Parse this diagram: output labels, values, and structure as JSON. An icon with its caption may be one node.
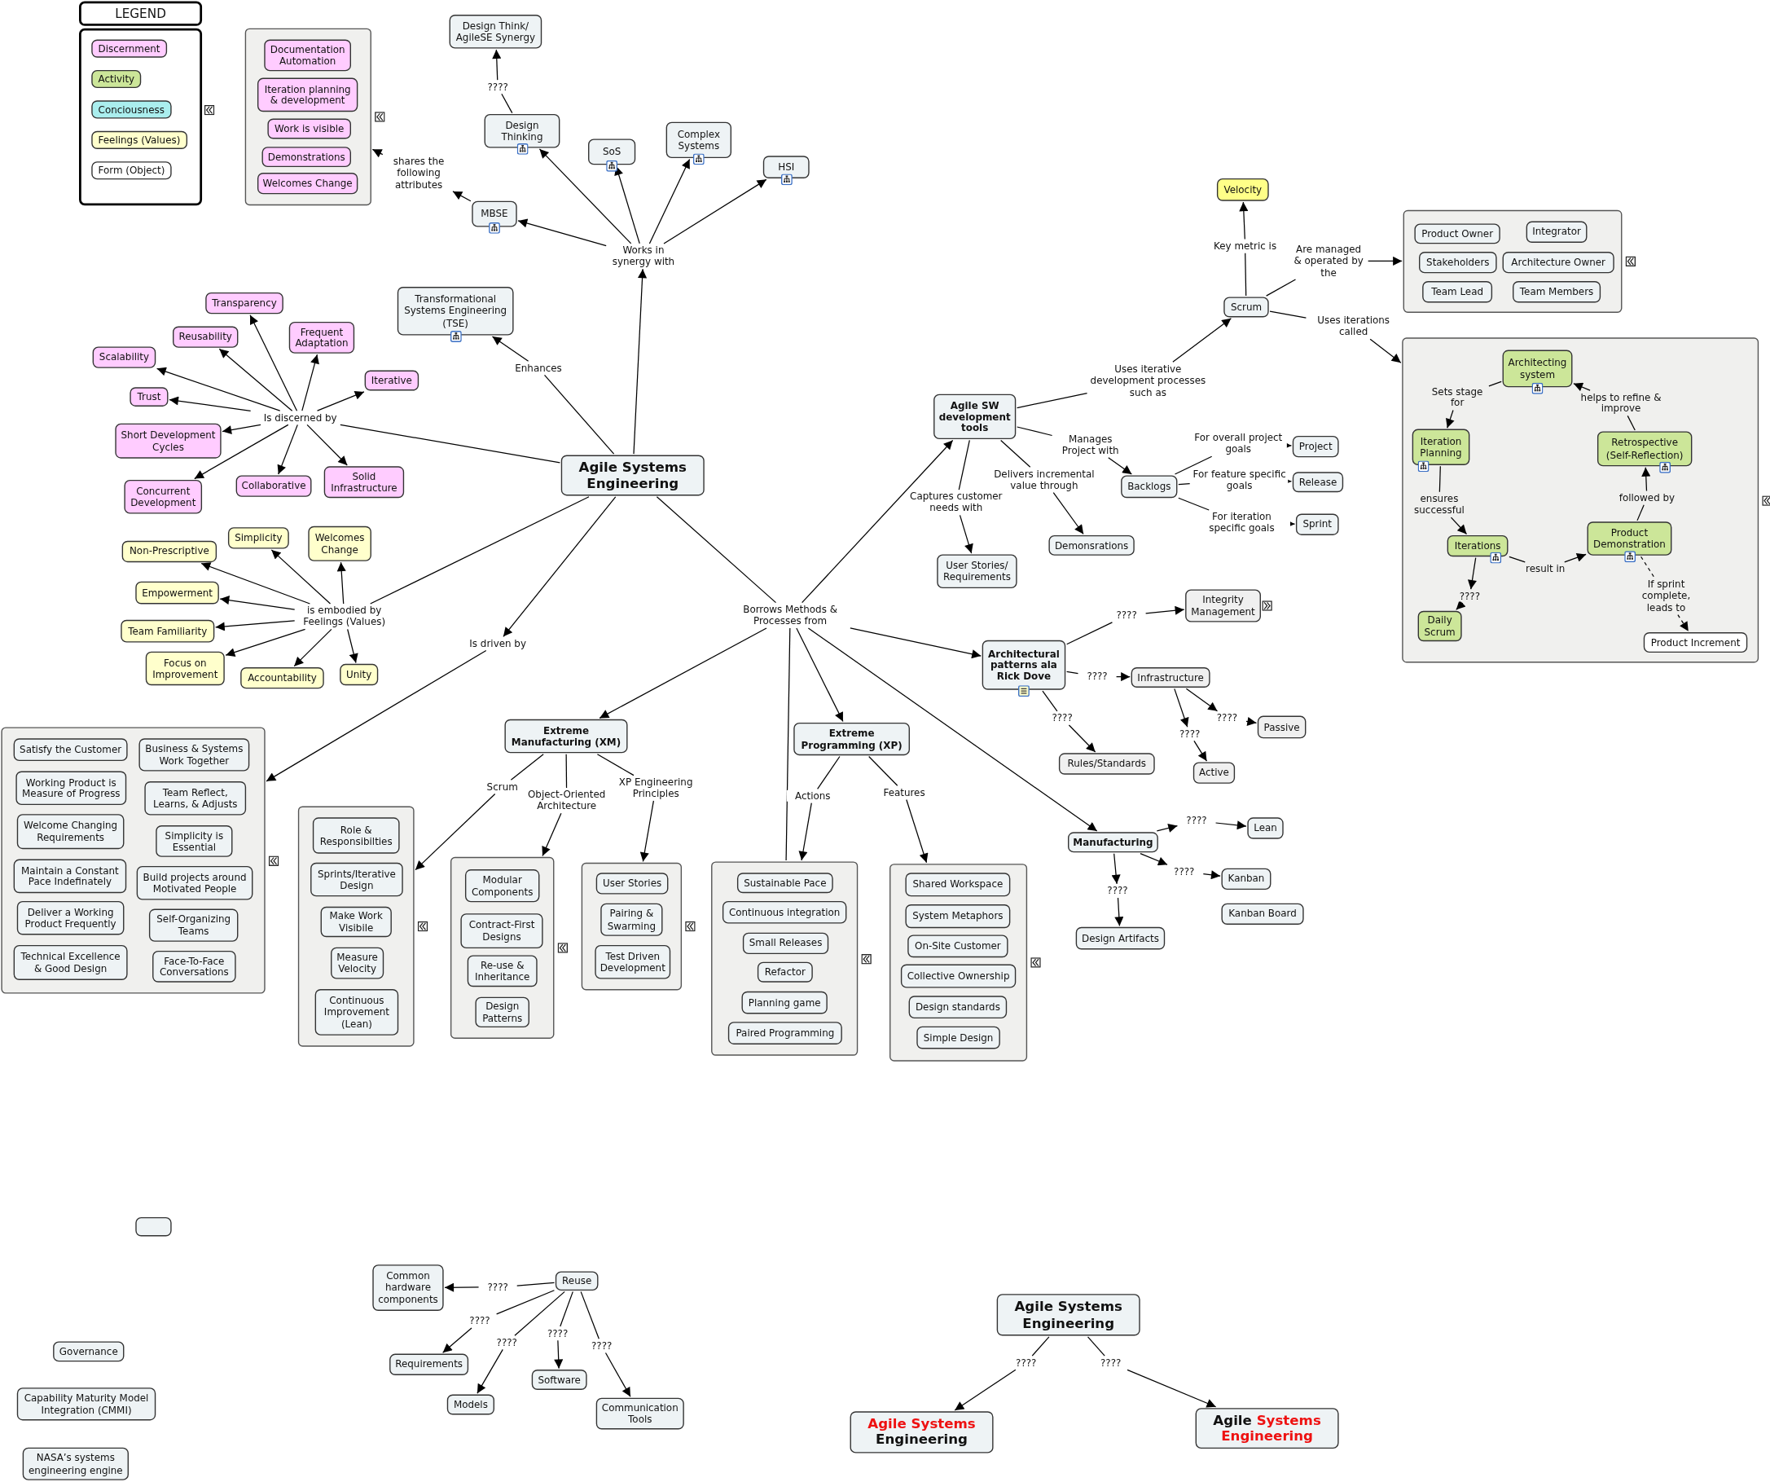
{
  "diagram": {
    "nodes": [
      {
        "text": [
          "Agile Systems Engineering"
        ]
      },
      {
        "text": [
          "Works in synergy with"
        ]
      },
      {
        "text": [
          "Design Thinking"
        ]
      },
      {
        "text": [
          "SoS"
        ]
      },
      {
        "text": [
          "Complex Systems"
        ]
      },
      {
        "text": [
          "HSI"
        ]
      },
      {
        "text": [
          "MBSE"
        ]
      },
      {
        "text": [
          "????"
        ]
      },
      {
        "text": [
          "Design Think/ AgileSE Synergy"
        ]
      },
      {
        "text": [
          "shares the following attributes"
        ]
      },
      {
        "text": [],
        "shape": "box"
      },
      {
        "text": [
          "Documentation Automation"
        ],
        "in": 10
      },
      {
        "text": [
          "Iteration planning & development"
        ],
        "in": 10
      },
      {
        "text": [
          "Work is visible"
        ],
        "in": 10
      },
      {
        "text": [
          "Demonstrations"
        ],
        "in": 10
      },
      {
        "text": [
          "Welcomes Change"
        ],
        "in": 10
      },
      {
        "text": [
          "Enhances"
        ]
      },
      {
        "text": [
          "Transformational Systems Engineering (TSE)"
        ]
      },
      {
        "text": [
          "Is discerned by"
        ]
      },
      {
        "text": [
          "Transparency"
        ]
      },
      {
        "text": [
          "Reusability"
        ]
      },
      {
        "text": [
          "Frequent Adaptation"
        ]
      },
      {
        "text": [
          "Scalability"
        ]
      },
      {
        "text": [
          "Iterative"
        ]
      },
      {
        "text": [
          "Trust"
        ]
      },
      {
        "text": [
          "Short Development Cycles"
        ]
      },
      {
        "text": [
          "Concurrent Development"
        ]
      },
      {
        "text": [
          "Collaborative"
        ]
      },
      {
        "text": [
          "Solid Infrastructure"
        ]
      },
      {
        "text": [
          "is embodied by Feelings (Values)"
        ]
      },
      {
        "text": [
          "Simplicity"
        ]
      },
      {
        "text": [
          "Welcomes Change"
        ]
      },
      {
        "text": [
          "Non-Prescriptive"
        ]
      },
      {
        "text": [
          "Empowerment"
        ]
      },
      {
        "text": [
          "Team Familiarity"
        ]
      },
      {
        "text": [
          "Focus on Improvement"
        ]
      },
      {
        "text": [
          "Accountability"
        ]
      },
      {
        "text": [
          "Unity"
        ]
      },
      {
        "text": [
          "Is driven by"
        ]
      },
      {
        "text": [],
        "shape": "box"
      },
      {
        "text": [
          "Satisfy the Customer"
        ],
        "in": 39
      },
      {
        "text": [
          "Business & Systems Work Together"
        ],
        "in": 39
      },
      {
        "text": [
          "Working Product is Measure of Progress"
        ],
        "in": 39
      },
      {
        "text": [
          "Team Reflect, Learns, & Adjusts"
        ],
        "in": 39
      },
      {
        "text": [
          "Welcome Changing Requirements"
        ],
        "in": 39
      },
      {
        "text": [
          "Simplicity is Essential"
        ],
        "in": 39
      },
      {
        "text": [
          "Maintain a Constant Pace Indefinately"
        ],
        "in": 39
      },
      {
        "text": [
          "Build projects around Motivated People"
        ],
        "in": 39
      },
      {
        "text": [
          "Deliver a Working Product Frequently"
        ],
        "in": 39
      },
      {
        "text": [
          "Self-Organizing Teams"
        ],
        "in": 39
      },
      {
        "text": [
          "Technical Excellence & Good Design"
        ],
        "in": 39
      },
      {
        "text": [
          "Face-To-Face Conversations"
        ],
        "in": 39
      },
      {
        "text": [
          "Borrows Methods & Processes from"
        ]
      },
      {
        "text": [
          "Extreme Manufacturing (XM)"
        ]
      },
      {
        "text": [
          "Scrum"
        ]
      },
      {
        "text": [
          "Object-Oriented Architecture"
        ]
      },
      {
        "text": [
          "XP Engineering Principles"
        ]
      },
      {
        "text": [],
        "shape": "box"
      },
      {
        "text": [
          "Role & Responsibilties"
        ],
        "in": 57
      },
      {
        "text": [
          "Sprints/Iterative Design"
        ],
        "in": 57
      },
      {
        "text": [
          "Make Work Visibile"
        ],
        "in": 57
      },
      {
        "text": [
          "Measure Velocity"
        ],
        "in": 57
      },
      {
        "text": [
          "Continuous Improvement (Lean)"
        ],
        "in": 57
      },
      {
        "text": [],
        "shape": "box"
      },
      {
        "text": [
          "Modular Components"
        ],
        "in": 63
      },
      {
        "text": [
          "Contract-First Designs"
        ],
        "in": 63
      },
      {
        "text": [
          "Re-use & Inheritance"
        ],
        "in": 63
      },
      {
        "text": [
          "Design Patterns"
        ],
        "in": 63
      },
      {
        "text": [],
        "shape": "box"
      },
      {
        "text": [
          "User Stories"
        ],
        "in": 68
      },
      {
        "text": [
          "Pairing & Swarming"
        ],
        "in": 68
      },
      {
        "text": [
          "Test Driven Development"
        ],
        "in": 68
      },
      {
        "text": [
          "Extreme Programming (XP)"
        ]
      },
      {
        "text": [
          "Actions"
        ]
      },
      {
        "text": [
          "Features"
        ]
      },
      {
        "text": [],
        "shape": "box"
      },
      {
        "text": [
          "Sustainable Pace"
        ],
        "in": 75
      },
      {
        "text": [
          "Continuous integration"
        ],
        "in": 75
      },
      {
        "text": [
          "Small Releases"
        ],
        "in": 75
      },
      {
        "text": [
          "Refactor"
        ],
        "in": 75
      },
      {
        "text": [
          "Planning game"
        ],
        "in": 75
      },
      {
        "text": [
          "Paired Programming"
        ],
        "in": 75
      },
      {
        "text": [],
        "shape": "box"
      },
      {
        "text": [
          "Shared Workspace"
        ],
        "in": 82
      },
      {
        "text": [
          "System Metaphors"
        ],
        "in": 82
      },
      {
        "text": [
          "On-Site Customer"
        ],
        "in": 82
      },
      {
        "text": [
          "Collective Ownership"
        ],
        "in": 82
      },
      {
        "text": [
          "Design standards"
        ],
        "in": 82
      },
      {
        "text": [
          "Simple Design"
        ],
        "in": 82
      },
      {
        "text": [
          "Architectural patterns ala Rick Dove"
        ]
      },
      {
        "text": [
          "????"
        ]
      },
      {
        "text": [
          "Integrity Management"
        ]
      },
      {
        "text": [
          "????"
        ]
      },
      {
        "text": [
          "Infrastructure"
        ]
      },
      {
        "text": [
          "????"
        ]
      },
      {
        "text": [
          "Rules/Standards"
        ]
      },
      {
        "text": [
          "????"
        ]
      },
      {
        "text": [
          "????"
        ]
      },
      {
        "text": [
          "Passive"
        ]
      },
      {
        "text": [
          "Active"
        ]
      },
      {
        "text": [
          "Manufacturing"
        ]
      },
      {
        "text": [
          "????"
        ]
      },
      {
        "text": [
          "Lean"
        ]
      },
      {
        "text": [
          "????"
        ]
      },
      {
        "text": [
          "Kanban"
        ]
      },
      {
        "text": [
          "Kanban Board"
        ]
      },
      {
        "text": [
          "????"
        ]
      },
      {
        "text": [
          "Design Artifacts"
        ]
      },
      {
        "text": [
          "Agile SW development tools"
        ]
      },
      {
        "text": [
          "Captures customer needs with"
        ]
      },
      {
        "text": [
          "User Stories/ Requirements"
        ]
      },
      {
        "text": [
          "Delivers incremental value through"
        ]
      },
      {
        "text": [
          "Demonsrations"
        ]
      },
      {
        "text": [
          "Manages Project with"
        ]
      },
      {
        "text": [
          "Backlogs"
        ]
      },
      {
        "text": [
          "For overall project goals"
        ]
      },
      {
        "text": [
          "Project"
        ]
      },
      {
        "text": [
          "For feature specific goals"
        ]
      },
      {
        "text": [
          "Release"
        ]
      },
      {
        "text": [
          "For iteration specific goals"
        ]
      },
      {
        "text": [
          "Sprint"
        ]
      },
      {
        "text": [
          "Uses iterative development processes such as"
        ]
      },
      {
        "text": [
          "Scrum"
        ]
      },
      {
        "text": [
          "Key metric is"
        ]
      },
      {
        "text": [
          "Velocity"
        ]
      },
      {
        "text": [
          "Are managed & operated by the"
        ]
      },
      {
        "text": [],
        "shape": "box"
      },
      {
        "text": [
          "Product Owner"
        ],
        "in": 126
      },
      {
        "text": [
          "Integrator"
        ],
        "in": 126
      },
      {
        "text": [
          "Stakeholders"
        ],
        "in": 126
      },
      {
        "text": [
          "Architecture Owner"
        ],
        "in": 126
      },
      {
        "text": [
          "Team Lead"
        ],
        "in": 126
      },
      {
        "text": [
          "Team Members"
        ],
        "in": 126
      },
      {
        "text": [
          "Uses iterations called"
        ]
      },
      {
        "text": [],
        "shape": "box"
      },
      {
        "text": [
          "Architecting system"
        ],
        "in": 134
      },
      {
        "text": [
          "Sets stage for"
        ],
        "in": 134
      },
      {
        "text": [
          "Iteration Planning"
        ],
        "in": 134
      },
      {
        "text": [
          "helps to refine & improve"
        ],
        "in": 134
      },
      {
        "text": [
          "Retrospective (Self-Reflection)"
        ],
        "in": 134
      },
      {
        "text": [
          "ensures successful"
        ],
        "in": 134
      },
      {
        "text": [
          "followed by"
        ],
        "in": 134
      },
      {
        "text": [
          "Iterations"
        ],
        "in": 134
      },
      {
        "text": [
          "result in"
        ],
        "in": 134
      },
      {
        "text": [
          "Product Demonstration"
        ],
        "in": 134
      },
      {
        "text": [
          "????"
        ],
        "in": 134
      },
      {
        "text": [
          "Daily Scrum"
        ],
        "in": 134
      },
      {
        "text": [
          "If sprint complete, leads to"
        ],
        "in": 134
      },
      {
        "text": [
          "Product Increment"
        ],
        "in": 134
      },
      {
        "text": [],
        "shape": "box"
      },
      {
        "text": [
          "Governance"
        ]
      },
      {
        "text": [
          "Capability Maturity Model Integration (CMMI)"
        ]
      },
      {
        "text": [
          "NASA’s systems engineering engine"
        ]
      },
      {
        "text": [
          "Reuse"
        ]
      },
      {
        "text": [
          "????"
        ]
      },
      {
        "text": [
          "Common hardware components"
        ]
      },
      {
        "text": [
          "????"
        ]
      },
      {
        "text": [
          "Requirements"
        ]
      },
      {
        "text": [
          "????"
        ]
      },
      {
        "text": [
          "Models"
        ]
      },
      {
        "text": [
          "????"
        ]
      },
      {
        "text": [
          "Software"
        ]
      },
      {
        "text": [
          "????"
        ]
      },
      {
        "text": [
          "Communication Tools"
        ]
      },
      {
        "text": [
          "Agile Systems Engineering"
        ]
      },
      {
        "text": [
          "????"
        ]
      },
      {
        "text": [
          "Agile Systems",
          "Engineering"
        ]
      },
      {
        "text": [
          "????"
        ]
      },
      {
        "text": [
          "Agile",
          "Systems Engineering"
        ]
      }
    ],
    "edges": [
      {
        "from": 0,
        "to": 1,
        "arrow": "to"
      },
      {
        "from": 1,
        "to": 2,
        "arrow": "to"
      },
      {
        "from": 1,
        "to": 3,
        "arrow": "to"
      },
      {
        "from": 1,
        "to": 4,
        "arrow": "to"
      },
      {
        "from": 1,
        "to": 5,
        "arrow": "to"
      },
      {
        "from": 1,
        "to": 6,
        "arrow": "to"
      },
      {
        "from": 2,
        "to": 7,
        "arrow": "none"
      },
      {
        "from": 7,
        "to": 8,
        "arrow": "to"
      },
      {
        "from": 6,
        "to": 9,
        "arrow": "to"
      },
      {
        "from": 9,
        "to": 10,
        "arrow": "to"
      },
      {
        "from": 0,
        "to": 16,
        "arrow": "none"
      },
      {
        "from": 16,
        "to": 17,
        "arrow": "to"
      },
      {
        "from": 0,
        "to": 18,
        "arrow": "none"
      },
      {
        "from": 18,
        "to": 19,
        "arrow": "to"
      },
      {
        "from": 18,
        "to": 20,
        "arrow": "to"
      },
      {
        "from": 18,
        "to": 21,
        "arrow": "to"
      },
      {
        "from": 18,
        "to": 22,
        "arrow": "to"
      },
      {
        "from": 18,
        "to": 23,
        "arrow": "to"
      },
      {
        "from": 18,
        "to": 24,
        "arrow": "to"
      },
      {
        "from": 18,
        "to": 25,
        "arrow": "to"
      },
      {
        "from": 18,
        "to": 26,
        "arrow": "to"
      },
      {
        "from": 18,
        "to": 27,
        "arrow": "to"
      },
      {
        "from": 18,
        "to": 28,
        "arrow": "to"
      },
      {
        "from": 0,
        "to": 29,
        "arrow": "none"
      },
      {
        "from": 29,
        "to": 30,
        "arrow": "to"
      },
      {
        "from": 29,
        "to": 31,
        "arrow": "to"
      },
      {
        "from": 29,
        "to": 32,
        "arrow": "to"
      },
      {
        "from": 29,
        "to": 33,
        "arrow": "to"
      },
      {
        "from": 29,
        "to": 34,
        "arrow": "to"
      },
      {
        "from": 29,
        "to": 35,
        "arrow": "to"
      },
      {
        "from": 29,
        "to": 36,
        "arrow": "to"
      },
      {
        "from": 29,
        "to": 37,
        "arrow": "to"
      },
      {
        "from": 0,
        "to": 38,
        "arrow": "to"
      },
      {
        "from": 38,
        "to": 39,
        "arrow": "to"
      },
      {
        "from": 0,
        "to": 52,
        "arrow": "none"
      },
      {
        "from": 52,
        "to": 53,
        "arrow": "to"
      },
      {
        "from": 52,
        "to": 72,
        "arrow": "to"
      },
      {
        "from": 52,
        "to": 89,
        "arrow": "to"
      },
      {
        "from": 52,
        "to": 100,
        "arrow": "to"
      },
      {
        "from": 52,
        "to": 75,
        "arrow": "none"
      },
      {
        "from": 52,
        "to": 108,
        "arrow": "to"
      },
      {
        "from": 53,
        "to": 54,
        "arrow": "none"
      },
      {
        "from": 54,
        "to": 57,
        "arrow": "to"
      },
      {
        "from": 53,
        "to": 55,
        "arrow": "none"
      },
      {
        "from": 55,
        "to": 63,
        "arrow": "to"
      },
      {
        "from": 53,
        "to": 56,
        "arrow": "none"
      },
      {
        "from": 56,
        "to": 68,
        "arrow": "to"
      },
      {
        "from": 72,
        "to": 73,
        "arrow": "none"
      },
      {
        "from": 73,
        "to": 75,
        "arrow": "to"
      },
      {
        "from": 72,
        "to": 74,
        "arrow": "none"
      },
      {
        "from": 74,
        "to": 82,
        "arrow": "to"
      },
      {
        "from": 89,
        "to": 90,
        "arrow": "none"
      },
      {
        "from": 90,
        "to": 91,
        "arrow": "to"
      },
      {
        "from": 89,
        "to": 92,
        "arrow": "none"
      },
      {
        "from": 92,
        "to": 93,
        "arrow": "to"
      },
      {
        "from": 89,
        "to": 94,
        "arrow": "none"
      },
      {
        "from": 94,
        "to": 95,
        "arrow": "to"
      },
      {
        "from": 93,
        "to": 96,
        "arrow": "to"
      },
      {
        "from": 96,
        "to": 99,
        "arrow": "to"
      },
      {
        "from": 93,
        "to": 97,
        "arrow": "to"
      },
      {
        "from": 97,
        "to": 98,
        "arrow": "to"
      },
      {
        "from": 100,
        "to": 101,
        "arrow": "to"
      },
      {
        "from": 101,
        "to": 102,
        "arrow": "to"
      },
      {
        "from": 100,
        "to": 103,
        "arrow": "to"
      },
      {
        "from": 103,
        "to": 104,
        "arrow": "to"
      },
      {
        "from": 100,
        "to": 106,
        "arrow": "to"
      },
      {
        "from": 106,
        "to": 107,
        "arrow": "to"
      },
      {
        "from": 108,
        "to": 109,
        "arrow": "none"
      },
      {
        "from": 109,
        "to": 110,
        "arrow": "to"
      },
      {
        "from": 108,
        "to": 111,
        "arrow": "none"
      },
      {
        "from": 111,
        "to": 112,
        "arrow": "to"
      },
      {
        "from": 108,
        "to": 113,
        "arrow": "none"
      },
      {
        "from": 113,
        "to": 114,
        "arrow": "to"
      },
      {
        "from": 114,
        "to": 115,
        "arrow": "none"
      },
      {
        "from": 115,
        "to": 116,
        "arrow": "to"
      },
      {
        "from": 114,
        "to": 117,
        "arrow": "none"
      },
      {
        "from": 117,
        "to": 118,
        "arrow": "to"
      },
      {
        "from": 114,
        "to": 119,
        "arrow": "none"
      },
      {
        "from": 119,
        "to": 120,
        "arrow": "to"
      },
      {
        "from": 108,
        "to": 121,
        "arrow": "none"
      },
      {
        "from": 121,
        "to": 122,
        "arrow": "to"
      },
      {
        "from": 122,
        "to": 123,
        "arrow": "none"
      },
      {
        "from": 123,
        "to": 124,
        "arrow": "to"
      },
      {
        "from": 122,
        "to": 125,
        "arrow": "none"
      },
      {
        "from": 125,
        "to": 126,
        "arrow": "to"
      },
      {
        "from": 122,
        "to": 133,
        "arrow": "none"
      },
      {
        "from": 133,
        "to": 134,
        "arrow": "to"
      },
      {
        "from": 135,
        "to": 136,
        "arrow": "none"
      },
      {
        "from": 136,
        "to": 137,
        "arrow": "to"
      },
      {
        "from": 139,
        "to": 138,
        "arrow": "none"
      },
      {
        "from": 138,
        "to": 135,
        "arrow": "to"
      },
      {
        "from": 137,
        "to": 140,
        "arrow": "none"
      },
      {
        "from": 140,
        "to": 142,
        "arrow": "to"
      },
      {
        "from": 144,
        "to": 141,
        "arrow": "none"
      },
      {
        "from": 141,
        "to": 139,
        "arrow": "to"
      },
      {
        "from": 142,
        "to": 143,
        "arrow": "none"
      },
      {
        "from": 143,
        "to": 144,
        "arrow": "to"
      },
      {
        "from": 142,
        "to": 145,
        "arrow": "to"
      },
      {
        "from": 145,
        "to": 146,
        "arrow": "to"
      },
      {
        "from": 144,
        "to": 147,
        "arrow": "none",
        "style": "dashed"
      },
      {
        "from": 147,
        "to": 148,
        "arrow": "to",
        "style": "dashed"
      },
      {
        "from": 153,
        "to": 154,
        "arrow": "none"
      },
      {
        "from": 154,
        "to": 155,
        "arrow": "to"
      },
      {
        "from": 153,
        "to": 156,
        "arrow": "none"
      },
      {
        "from": 156,
        "to": 157,
        "arrow": "to"
      },
      {
        "from": 153,
        "to": 158,
        "arrow": "none"
      },
      {
        "from": 158,
        "to": 159,
        "arrow": "to"
      },
      {
        "from": 153,
        "to": 160,
        "arrow": "none"
      },
      {
        "from": 160,
        "to": 161,
        "arrow": "to"
      },
      {
        "from": 153,
        "to": 162,
        "arrow": "none"
      },
      {
        "from": 162,
        "to": 163,
        "arrow": "to"
      },
      {
        "from": 164,
        "to": 165,
        "arrow": "none"
      },
      {
        "from": 165,
        "to": 166,
        "arrow": "to"
      },
      {
        "from": 164,
        "to": 167,
        "arrow": "none"
      },
      {
        "from": 167,
        "to": 168,
        "arrow": "to"
      }
    ],
    "labels": [
      "LEGEND"
    ],
    "legend": [
      {
        "text": "Discernment",
        "color": "#ffccff"
      },
      {
        "text": "Activity",
        "color": "#cce699"
      },
      {
        "text": "Conciousness",
        "color": "#aaeeee"
      },
      {
        "text": "Feelings (Values)",
        "color": "#ffffcc"
      },
      {
        "text": "Form (Object)",
        "color": "#ffffff"
      }
    ]
  }
}
